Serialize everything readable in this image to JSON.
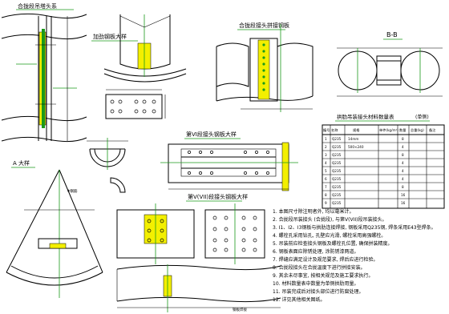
{
  "titles": {
    "guardrail_detail": "合拢段吊塔头系",
    "stiffener_detail": "加劲钢板大样",
    "splice_plate_plan": "合拢段接头拼接钢板",
    "section_b": "B-B",
    "material_table": "拱肋吊装接头材料数量表",
    "material_table_unit": "(单侧)",
    "plate_a_detail": "第VI段接头钢板大样",
    "plate_b_detail": "第V(VII)段接头钢板大样",
    "detail_a": "A 大样"
  },
  "table": {
    "headers": [
      "编号",
      "名称",
      "规格",
      "单件(kg/m²)",
      "数量",
      "总重(kg)",
      "备注"
    ],
    "rows": [
      [
        "1",
        "Q235",
        "14mm",
        "",
        "8",
        "",
        ""
      ],
      [
        "2",
        "Q235",
        "500×240",
        "",
        "4",
        "",
        ""
      ],
      [
        "3",
        "Q235",
        "",
        "",
        "8",
        "",
        ""
      ],
      [
        "4",
        "Q235",
        "",
        "",
        "4",
        "",
        ""
      ],
      [
        "5",
        "Q235",
        "",
        "",
        "4",
        "",
        ""
      ],
      [
        "6",
        "Q235",
        "",
        "",
        "4",
        "",
        ""
      ],
      [
        "7",
        "Q235",
        "",
        "",
        "8",
        "",
        ""
      ],
      [
        "8",
        "Q235",
        "",
        "",
        "16",
        "",
        ""
      ],
      [
        "9",
        "Q235",
        "",
        "",
        "16",
        "",
        ""
      ]
    ]
  },
  "notes": [
    "1. 本图尺寸除注明者外, 均以毫米计。",
    "2. 合拢段吊装接头 (合拢段), 与第V(VII)段吊装接头。",
    "3. I1、I2、I3钢板与拱肋连接焊接, 钢板采用Q235钢, 焊条采用E43型焊条。",
    "4. 螺栓孔采用钻孔, 孔壁应光滑, 螺栓采用高强螺栓。",
    "5. 吊装前应检查接头钢板及螺栓孔位置, 确保拼装精度。",
    "6. 钢板表面应除锈处理, 涂防锈漆两道。",
    "7. 焊缝应满足设计及规范要求, 焊后应进行检验。",
    "8. 合拢段接头在合拢温度下进行拼接安装。",
    "9. 其余未尽事宜, 按相关规范及施工要求执行。",
    "10. 材料数量表中数量为单侧拱肋用量。",
    "11. 吊装完成后对接头部位进行防腐处理。",
    "12. 详见其他相关图纸。"
  ],
  "labels": {
    "welded_bar": "Φ钢筋",
    "weld_note": "钢板焊接"
  }
}
